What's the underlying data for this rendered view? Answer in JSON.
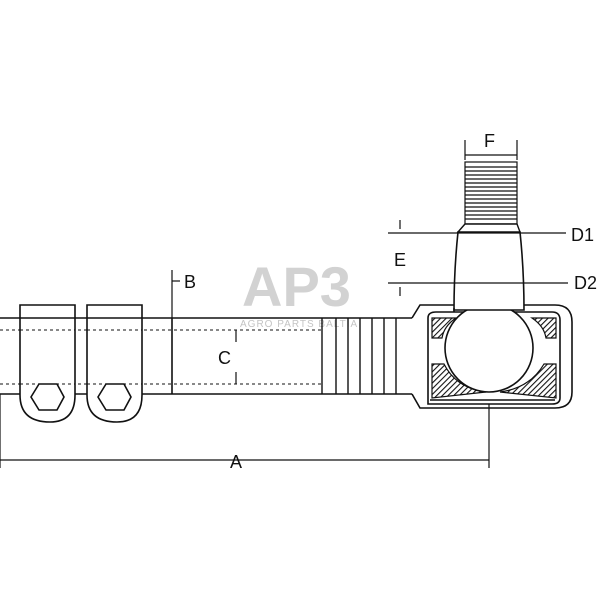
{
  "watermark": {
    "logo_text": "AP3",
    "tagline": "AGRO PARTS BALTIA"
  },
  "labels": {
    "a": "A",
    "b": "B",
    "c": "C",
    "d1": "D1",
    "d2": "D2",
    "e": "E",
    "f": "F"
  },
  "colors": {
    "line": "#111111",
    "background": "#ffffff",
    "watermark": "#d2d2d2"
  }
}
